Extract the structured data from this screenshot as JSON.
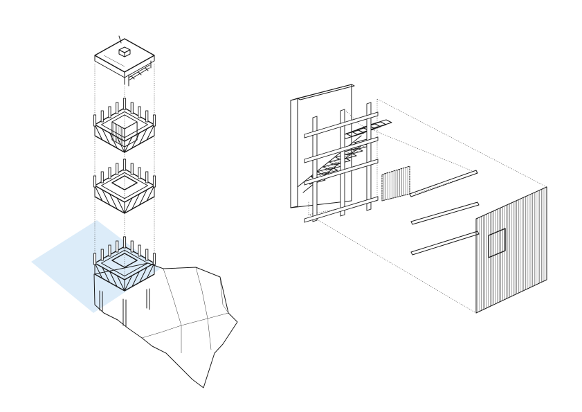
{
  "colors": {
    "ink": "#1a1a1a",
    "shadow_blue": "#d6e9f8",
    "wall_beige": "#efe8df",
    "dark_plate": "#8a8a8a",
    "paper": "#ffffff"
  },
  "exploded_tower": {
    "levels": [
      "roof",
      "upper-floor",
      "middle-floor",
      "ground-floor"
    ],
    "has_terrain": true,
    "has_projected_shadow": true
  },
  "facade_assembly": {
    "components": [
      "back-wall",
      "timber-grid",
      "stair",
      "slatted-panel",
      "rails",
      "slatted-facade-wall"
    ],
    "window_count": 1
  }
}
